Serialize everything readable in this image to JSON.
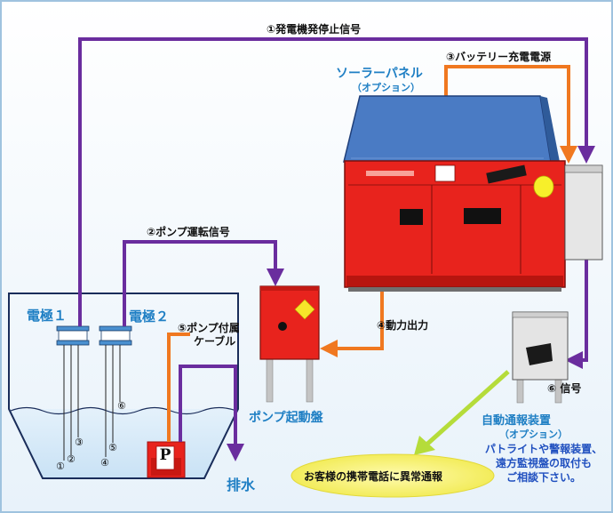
{
  "signals": {
    "s1": "①発電機発停止信号",
    "s2": "②ポンプ運転信号",
    "s3": "③バッテリー充電電源",
    "s4": "④動力出力",
    "s5_line1": "⑤ポンプ付属",
    "s5_line2": "ケーブル",
    "s6": "⑥ 信号"
  },
  "solar": {
    "title": "ソーラーパネル",
    "option": "（オプション）"
  },
  "electrodes": {
    "e1": "電極１",
    "e2": "電極２",
    "e1_numbers": [
      "①",
      "②",
      "③"
    ],
    "e2_numbers": [
      "④",
      "⑤",
      "⑥"
    ]
  },
  "pump": {
    "letter": "P",
    "drain": "排水"
  },
  "panel": {
    "title": "ポンプ起動盤"
  },
  "notifier": {
    "title": "自動通報装置",
    "option": "（オプション）",
    "note": [
      "パトライトや警報装置、",
      "遠方監視盤の取付も",
      "ご相談下さい。"
    ]
  },
  "phone_bubble": "お客様の携帯電話に異常通報",
  "colors": {
    "signal": "#6a2d9e",
    "power": "#f07820",
    "generator": "#e8231d",
    "solar": "#4a7bc4",
    "accent": "#1f7fc4",
    "bubble": "#f8f47a",
    "arrow_green": "#b5dc3a"
  }
}
